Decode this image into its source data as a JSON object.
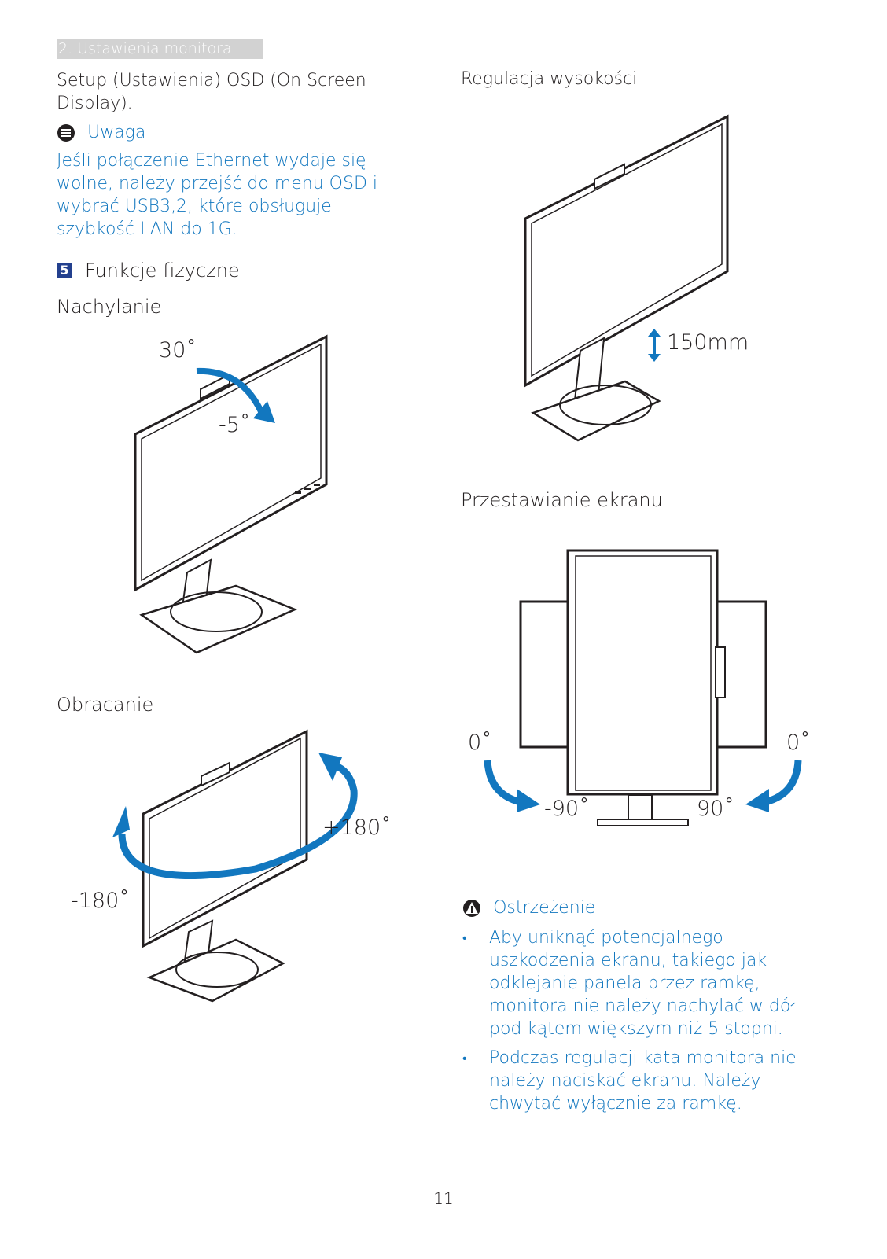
{
  "header": {
    "section_tab": "2. Ustawienia monitora"
  },
  "left": {
    "intro": "Setup (Ustawienia) OSD (On Screen Display).",
    "note_title": "Uwaga",
    "note_text": "Jeśli połączenie Ethernet wydaje się wolne, należy przejść do menu OSD i wybrać USB3,2, które obsługuje szybkość LAN do 1G.",
    "section_number": "5",
    "section_title": "Funkcje fizyczne",
    "tilt_title": "Nachylanie",
    "tilt_up": "30˚",
    "tilt_down": "-5˚",
    "swivel_title": "Obracanie",
    "swivel_plus": "+180˚",
    "swivel_minus": "-180˚"
  },
  "right": {
    "height_title": "Regulacja wysokości",
    "height_value": "150mm",
    "pivot_title": "Przestawianie ekranu",
    "pivot_left_start": "0˚",
    "pivot_right_start": "0˚",
    "pivot_left_end": "-90˚",
    "pivot_right_end": "90˚",
    "warning_title": "Ostrzeżenie",
    "warnings": [
      "Aby uniknąć potencjalnego uszkodzenia ekranu, takiego jak odklejanie panela przez ramkę, monitora nie należy nachylać w dół pod kątem większym niż 5 stopni.",
      "Podczas regulacji kata monitora nie należy naciskać ekranu. Należy chwytać wyłącznie za ramkę."
    ]
  },
  "footer": {
    "page_number": "11"
  },
  "colors": {
    "accent": "#1277bf",
    "section_box": "#23408e",
    "tab_gray": "#d2d2d2"
  },
  "icons": {
    "note": "note-icon",
    "warning": "warning-icon",
    "arrow": "curved-arrow-icon"
  }
}
